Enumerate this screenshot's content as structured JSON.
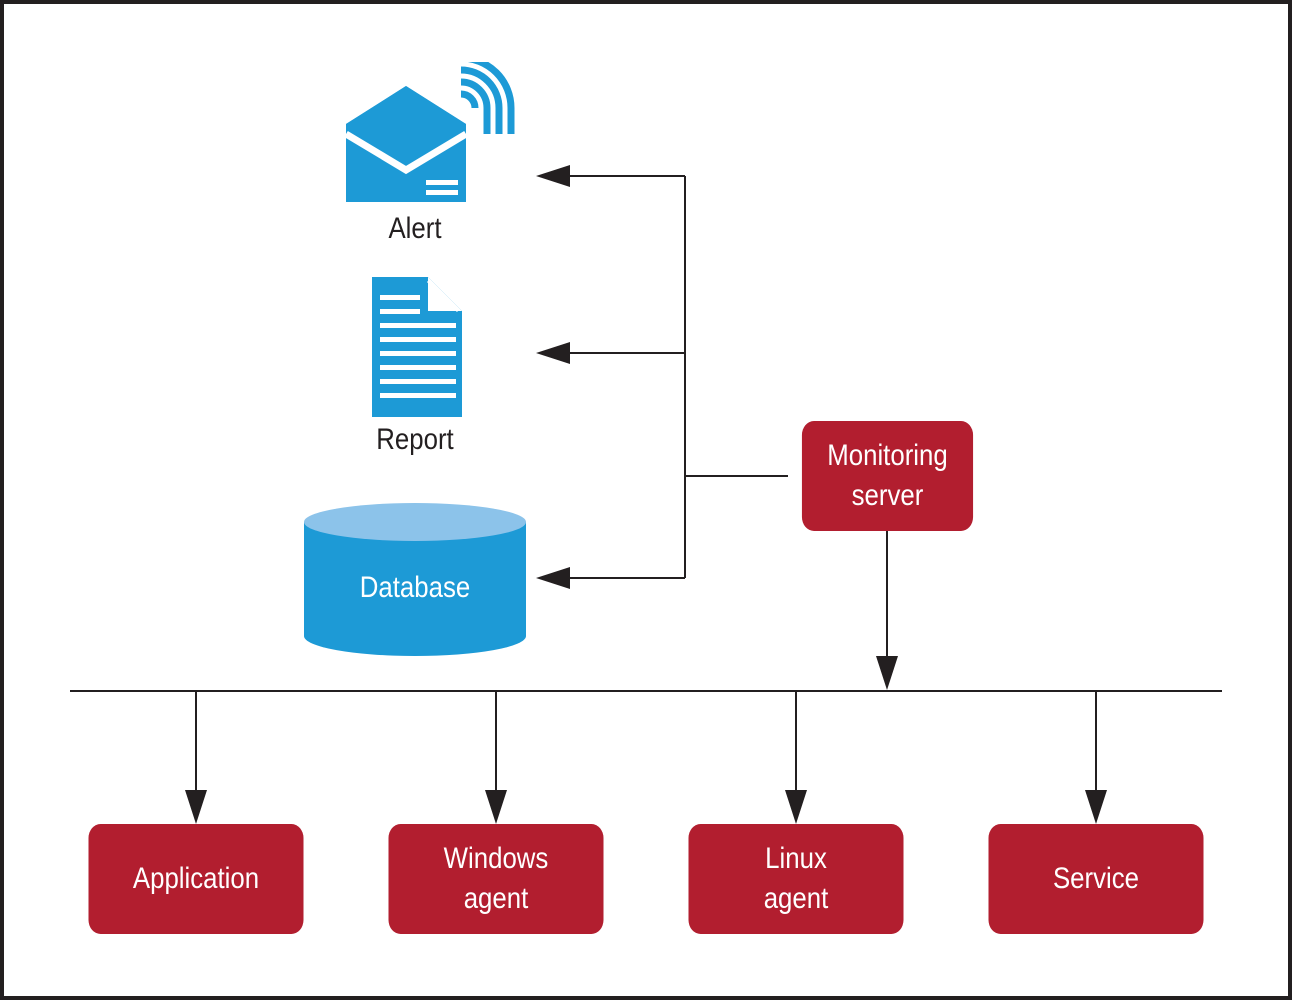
{
  "colors": {
    "node_fill": "#b21e2f",
    "icon_blue": "#1d9ad6",
    "db_top": "#8cc3ea",
    "line": "#231f20"
  },
  "outputs": {
    "alert": {
      "label": "Alert",
      "icon": "envelope-signal-icon"
    },
    "report": {
      "label": "Report",
      "icon": "document-icon"
    },
    "database": {
      "label": "Database",
      "icon": "database-cylinder-icon"
    }
  },
  "server": {
    "line1": "Monitoring",
    "line2": "server"
  },
  "targets": [
    {
      "line1": "Application",
      "line2": ""
    },
    {
      "line1": "Windows",
      "line2": "agent"
    },
    {
      "line1": "Linux",
      "line2": "agent"
    },
    {
      "line1": "Service",
      "line2": ""
    }
  ]
}
